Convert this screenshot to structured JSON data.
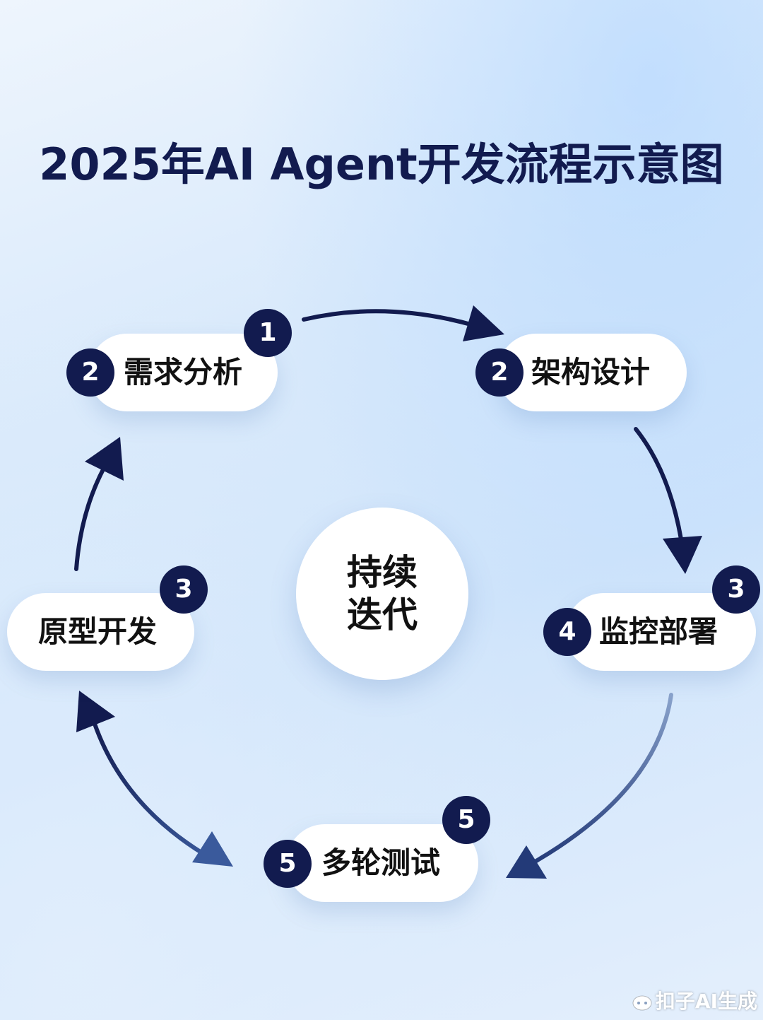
{
  "title": "2025年AI Agent开发流程示意图",
  "center": {
    "line1": "持续",
    "line2": "迭代"
  },
  "steps": [
    {
      "label": "需求分析",
      "inner_badge": "2",
      "outer_badge": "1"
    },
    {
      "label": "架构设计",
      "inner_badge": "2"
    },
    {
      "label": "监控部署",
      "inner_badge": "4",
      "outer_badge": "3"
    },
    {
      "label": "多轮测试",
      "inner_badge": "5",
      "outer_badge": "5"
    },
    {
      "label": "原型开发",
      "outer_badge": "3"
    }
  ],
  "colors": {
    "navy": "#121b4f",
    "pill": "#ffffff",
    "arrow_light": "#4a6aa8"
  },
  "watermark": "扣子AI生成"
}
